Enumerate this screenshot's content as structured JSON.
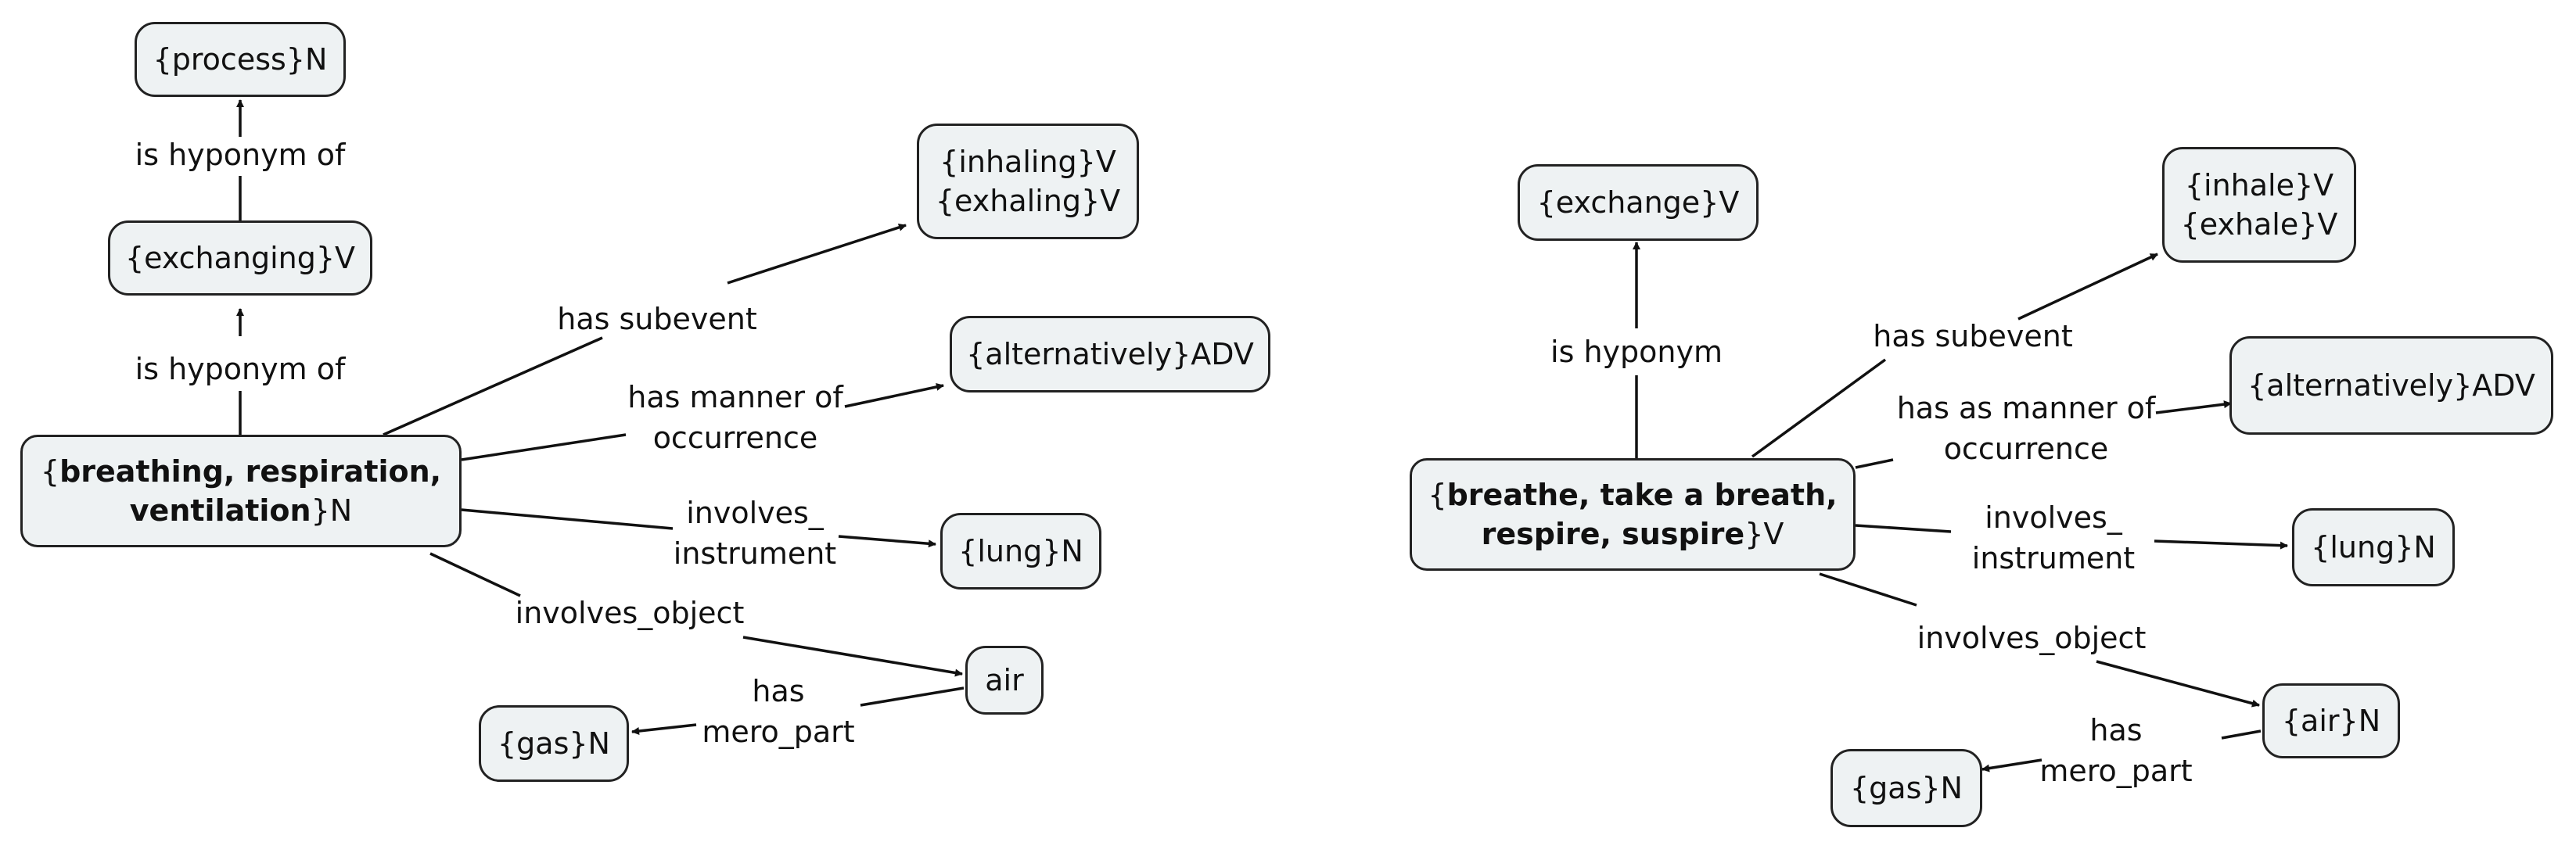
{
  "left": {
    "process": "{process}N",
    "exchanging": "{exchanging}V",
    "main_open": "{",
    "main_bold_1": "breathing, respiration,",
    "main_bold_2": "ventilation",
    "main_close": "}N",
    "inhaling": "{inhaling}V",
    "exhaling": "{exhaling}V",
    "alternatively": "{alternatively}ADV",
    "lung": "{lung}N",
    "air": "air",
    "gas": "{gas}N",
    "rel_hyponym_top": "is hyponym of",
    "rel_hyponym_bottom": "is hyponym of",
    "rel_subevent": "has subevent",
    "rel_manner_1": "has manner of",
    "rel_manner_2": "occurrence",
    "rel_instrument_1": "involves_",
    "rel_instrument_2": "instrument",
    "rel_object": "involves_object",
    "rel_mero_1": "has",
    "rel_mero_2": "mero_part"
  },
  "right": {
    "exchange": "{exchange}V",
    "main_open": "{",
    "main_bold_1": "breathe, take a breath,",
    "main_bold_2": "respire, suspire",
    "main_close": "}V",
    "inhale": "{inhale}V",
    "exhale": "{exhale}V",
    "alternatively": "{alternatively}ADV",
    "lung": "{lung}N",
    "air": "{air}N",
    "gas": "{gas}N",
    "rel_hyponym": "is hyponym",
    "rel_subevent": "has subevent",
    "rel_manner_1": "has as manner of",
    "rel_manner_2": "occurrence",
    "rel_instrument_1": "involves_",
    "rel_instrument_2": "instrument",
    "rel_object": "involves_object",
    "rel_mero_1": "has",
    "rel_mero_2": "mero_part"
  },
  "colors": {
    "node_fill": "#eef2f3",
    "stroke": "#222222"
  }
}
